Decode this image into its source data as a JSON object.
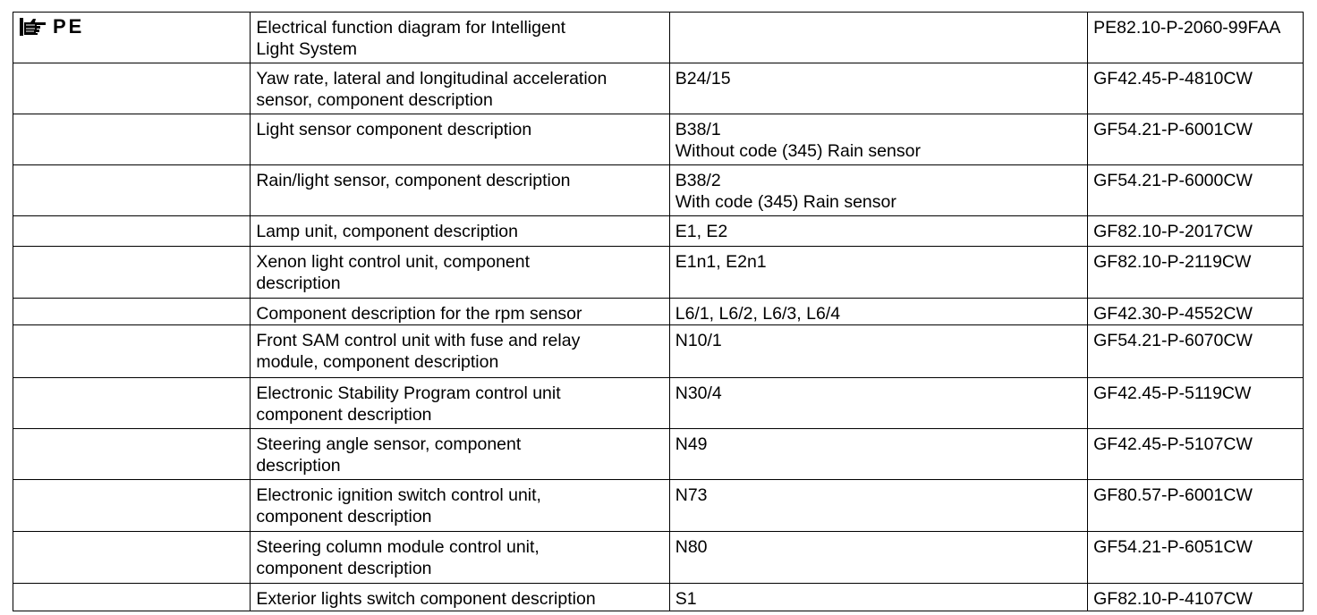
{
  "header": {
    "badge_icon": "pointing-hand-icon",
    "badge_label": "PE",
    "title_line1": "Electrical function diagram for Intelligent",
    "title_line2": "Light System",
    "code": "PE82.10-P-2060-99FAA"
  },
  "rows": [
    {
      "desc": [
        "Yaw rate, lateral and longitudinal acceleration",
        "sensor, component description"
      ],
      "component": [
        "B24/15"
      ],
      "ref": "GF42.45-P-4810CW"
    },
    {
      "desc": [
        "Light sensor component description"
      ],
      "component": [
        "B38/1",
        "Without code (345) Rain sensor"
      ],
      "ref": "GF54.21-P-6001CW"
    },
    {
      "desc": [
        "Rain/light sensor, component description"
      ],
      "component": [
        "B38/2",
        "With code (345) Rain sensor"
      ],
      "ref": "GF54.21-P-6000CW"
    },
    {
      "desc": [
        "Lamp unit, component description"
      ],
      "component": [
        "E1, E2"
      ],
      "ref": "GF82.10-P-2017CW"
    },
    {
      "desc": [
        "Xenon light control unit, component",
        "description"
      ],
      "component": [
        "E1n1, E2n1"
      ],
      "ref": "GF82.10-P-2119CW"
    },
    {
      "desc": [
        "Component description for the rpm sensor"
      ],
      "component": [
        "L6/1, L6/2, L6/3, L6/4"
      ],
      "ref": "GF42.30-P-4552CW"
    },
    {
      "desc": [
        "Front SAM control unit with fuse and relay",
        "module, component description"
      ],
      "component": [
        "N10/1"
      ],
      "ref": "GF54.21-P-6070CW"
    },
    {
      "desc": [
        "Electronic Stability Program control unit",
        "component description"
      ],
      "component": [
        "N30/4"
      ],
      "ref": "GF42.45-P-5119CW"
    },
    {
      "desc": [
        "Steering angle sensor, component",
        "description"
      ],
      "component": [
        "N49"
      ],
      "ref": "GF42.45-P-5107CW"
    },
    {
      "desc": [
        "Electronic ignition switch control unit,",
        "component description"
      ],
      "component": [
        "N73"
      ],
      "ref": "GF80.57-P-6001CW"
    },
    {
      "desc": [
        "Steering column module control unit,",
        "component description"
      ],
      "component": [
        "N80"
      ],
      "ref": "GF54.21-P-6051CW"
    },
    {
      "desc": [
        "Exterior lights switch component description"
      ],
      "component": [
        "S1"
      ],
      "ref": "GF82.10-P-4107CW"
    }
  ]
}
